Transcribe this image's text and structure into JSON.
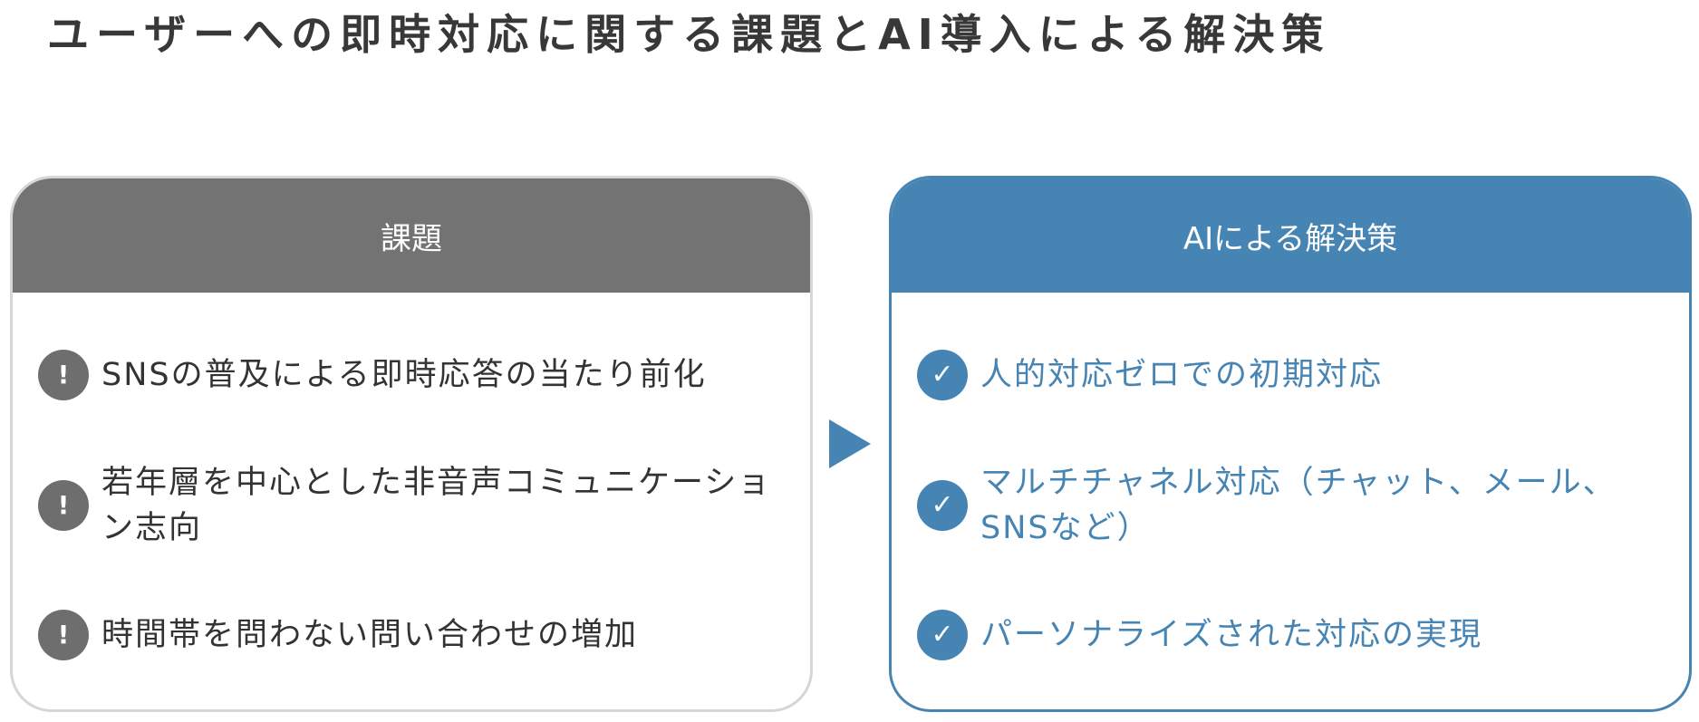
{
  "title": "ユーザーへの即時対応に関する課題とAI導入による解決策",
  "problems": {
    "header": "課題",
    "icon": "!",
    "items": [
      "SNSの普及による即時応答の当たり前化",
      "若年層を中心とした非音声コミュニケーション志向",
      "時間帯を問わない問い合わせの増加"
    ]
  },
  "solutions": {
    "header": "AIによる解決策",
    "icon": "✓",
    "items": [
      "人的対応ゼロでの初期対応",
      "マルチチャネル対応（チャット、メール、SNSなど）",
      "パーソナライズされた対応の実現"
    ]
  },
  "colors": {
    "problem_gray": "#737373",
    "solution_blue": "#4684b3",
    "title_text": "#383838"
  }
}
